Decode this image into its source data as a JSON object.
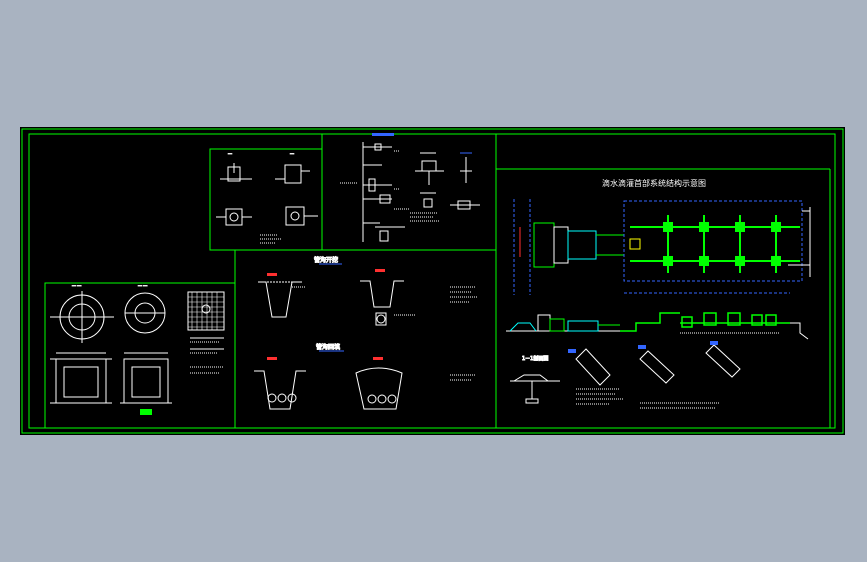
{
  "drawing": {
    "main_title": "滴水滴灌首部系统结构示意图",
    "sections": {
      "pipe_trench_top": "管沟开挖",
      "pipe_trench_bottom": "管沟回填",
      "section_label": "1－1剖面图"
    },
    "colors": {
      "background": "#000000",
      "frame": "#00ff00",
      "linework": "#ffffff",
      "accent_green": "#00ff00",
      "accent_blue": "#3366ff",
      "accent_cyan": "#00ffff",
      "accent_red": "#ff3030",
      "accent_yellow": "#ffff00",
      "page_background": "#a9b3c1"
    }
  }
}
